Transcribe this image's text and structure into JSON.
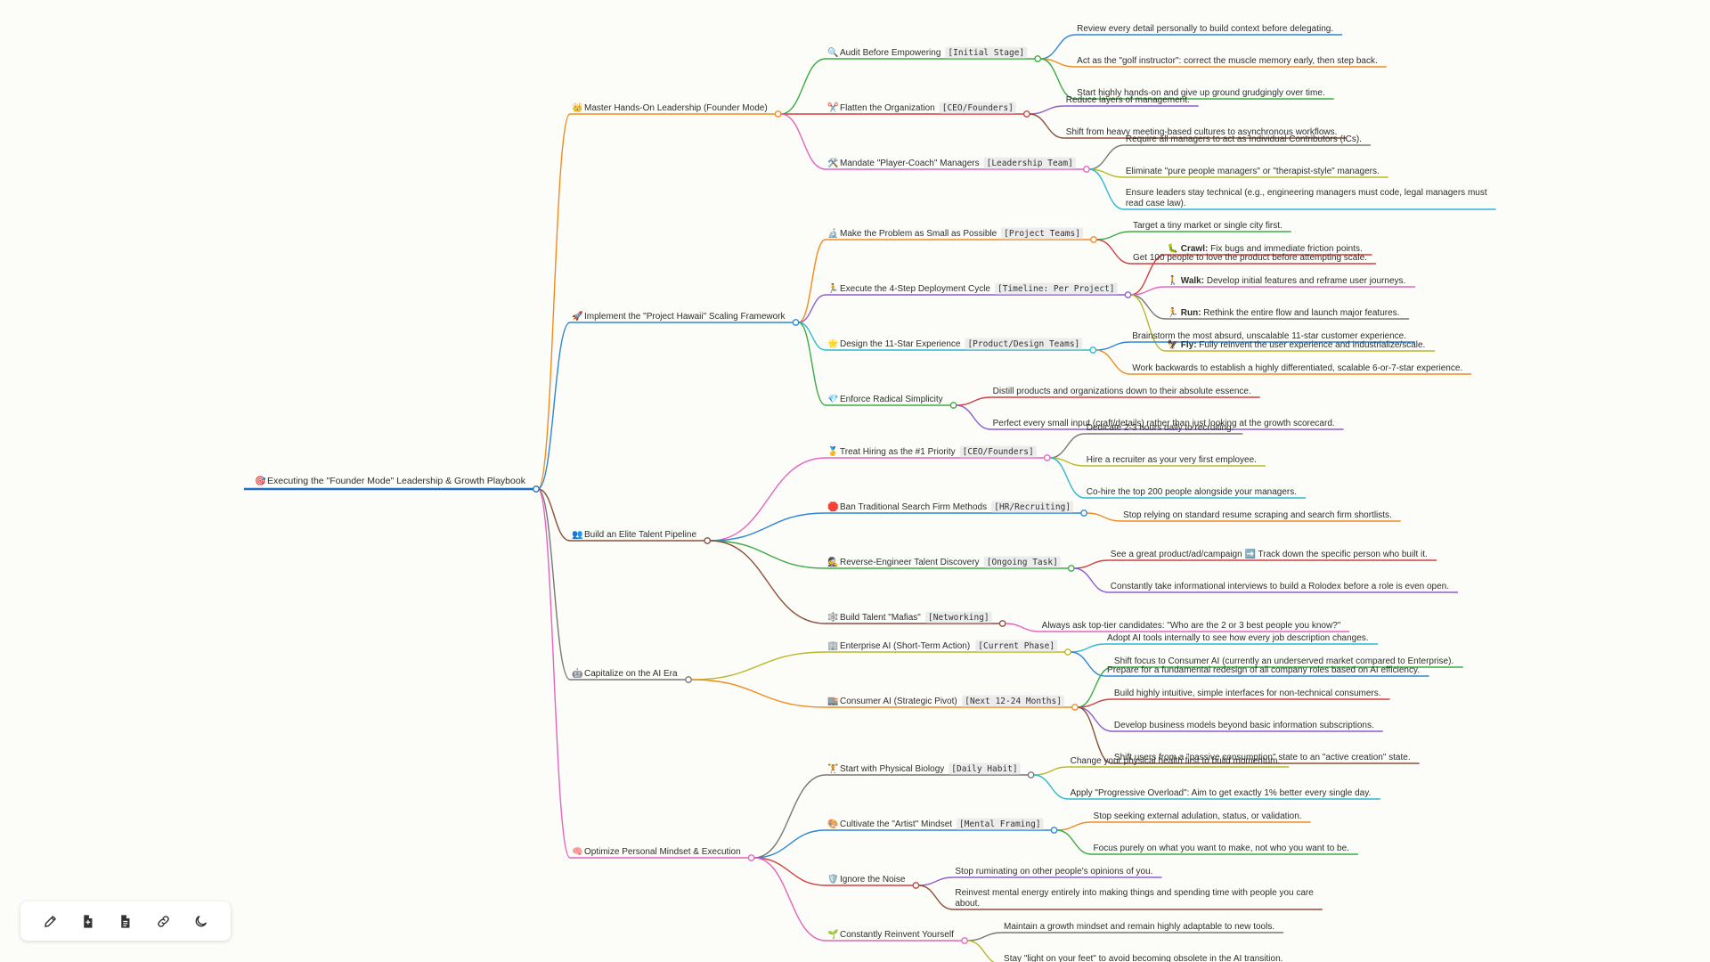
{
  "root": {
    "icon": "🎯",
    "label": "Executing the \"Founder Mode\" Leadership & Growth Playbook",
    "color": "#1f6fc5"
  },
  "branches": [
    {
      "icon": "👑",
      "label": "Master Hands-On Leadership (Founder Mode)",
      "color": "#f28b1f",
      "children": [
        {
          "icon": "🔍",
          "label": "Audit Before Empowering",
          "tag": "[Initial Stage]",
          "color": "#3cab46",
          "leaves": [
            {
              "text": "Review every detail personally to build context before delegating.",
              "color": "#2f86d6"
            },
            {
              "text": "Act as the \"golf instructor\": correct the muscle memory early, then step back.",
              "color": "#f28b1f"
            },
            {
              "text": "Start highly hands-on and give up ground grudgingly over time.",
              "color": "#3cab46"
            }
          ]
        },
        {
          "icon": "✂️",
          "label": "Flatten the Organization",
          "tag": "[CEO/Founders]",
          "color": "#d13f3f",
          "leaves": [
            {
              "text": "Reduce layers of management.",
              "color": "#8e5ccf"
            },
            {
              "text": "Shift from heavy meeting-based cultures to asynchronous workflows.",
              "color": "#8b4f3a"
            }
          ]
        },
        {
          "icon": "🛠️",
          "label": "Mandate \"Player-Coach\" Managers",
          "tag": "[Leadership Team]",
          "color": "#e465be",
          "leaves": [
            {
              "text": "Require all managers to act as Individual Contributors (ICs).",
              "color": "#777777"
            },
            {
              "text": "Eliminate \"pure people managers\" or \"therapist-style\" managers.",
              "color": "#b8b82a"
            },
            {
              "text": "Ensure leaders stay technical (e.g., engineering managers must code, legal managers must read case law).",
              "color": "#2fb8cf"
            }
          ]
        }
      ]
    },
    {
      "icon": "🚀",
      "label": "Implement the \"Project Hawaii\" Scaling Framework",
      "color": "#2f86d6",
      "children": [
        {
          "icon": "🔬",
          "label": "Make the Problem as Small as Possible",
          "tag": "[Project Teams]",
          "color": "#f28b1f",
          "leaves": [
            {
              "text": "Target a tiny market or single city first.",
              "color": "#3cab46"
            },
            {
              "text": "Get 100 people to love the product before attempting scale.",
              "color": "#d13f3f"
            }
          ]
        },
        {
          "icon": "🏃",
          "label": "Execute the 4-Step Deployment Cycle",
          "tag": "[Timeline: Per Project]",
          "color": "#8e5ccf",
          "leaves": [
            {
              "icon": "🐛",
              "bold": "Crawl:",
              "text": " Fix bugs and immediate friction points.",
              "color": "#d13f3f"
            },
            {
              "icon": "🚶",
              "bold": "Walk:",
              "text": " Develop initial features and reframe user journeys.",
              "color": "#e465be"
            },
            {
              "icon": "🏃",
              "bold": "Run:",
              "text": " Rethink the entire flow and launch major features.",
              "color": "#777777"
            },
            {
              "icon": "🦅",
              "bold": "Fly:",
              "text": " Fully reinvent the user experience and industrialize/scale.",
              "color": "#b8b82a"
            }
          ]
        },
        {
          "icon": "🌟",
          "label": "Design the 11-Star Experience",
          "tag": "[Product/Design Teams]",
          "color": "#2fb8cf",
          "leaves": [
            {
              "text": "Brainstorm the most absurd, unscalable 11-star customer experience.",
              "color": "#2f86d6"
            },
            {
              "text": "Work backwards to establish a highly differentiated, scalable 6-or-7-star experience.",
              "color": "#f28b1f"
            }
          ]
        },
        {
          "icon": "💎",
          "label": "Enforce Radical Simplicity",
          "tag": "",
          "color": "#3cab46",
          "leaves": [
            {
              "text": "Distill products and organizations down to their absolute essence.",
              "color": "#d13f3f"
            },
            {
              "text": "Perfect every small input (craft/details) rather than just looking at the growth scorecard.",
              "color": "#8e5ccf"
            }
          ]
        }
      ]
    },
    {
      "icon": "👥",
      "label": "Build an Elite Talent Pipeline",
      "color": "#8b4f3a",
      "children": [
        {
          "icon": "🥇",
          "label": "Treat Hiring as the #1 Priority",
          "tag": "[CEO/Founders]",
          "color": "#e465be",
          "leaves": [
            {
              "text": "Dedicate 2-3 hours daily to recruiting.",
              "color": "#777777"
            },
            {
              "text": "Hire a recruiter as your very first employee.",
              "color": "#b8b82a"
            },
            {
              "text": "Co-hire the top 200 people alongside your managers.",
              "color": "#2fb8cf"
            }
          ]
        },
        {
          "icon": "🛑",
          "label": "Ban Traditional Search Firm Methods",
          "tag": "[HR/Recruiting]",
          "color": "#2f86d6",
          "leaves": [
            {
              "text": "Stop relying on standard resume scraping and search firm shortlists.",
              "color": "#f28b1f"
            }
          ]
        },
        {
          "icon": "🕵️",
          "label": "Reverse-Engineer Talent Discovery",
          "tag": "[Ongoing Task]",
          "color": "#3cab46",
          "leaves": [
            {
              "text": "See a great product/ad/campaign ➡️ Track down the specific person who built it.",
              "color": "#d13f3f"
            },
            {
              "text": "Constantly take informational interviews to build a Rolodex before a role is even open.",
              "color": "#8e5ccf"
            }
          ]
        },
        {
          "icon": "🕸️",
          "label": "Build Talent \"Mafias\"",
          "tag": "[Networking]",
          "color": "#8b4f3a",
          "leaves": [
            {
              "text": "Always ask top-tier candidates: \"Who are the 2 or 3 best people you know?\"",
              "color": "#e465be"
            }
          ]
        }
      ]
    },
    {
      "icon": "🤖",
      "label": "Capitalize on the AI Era",
      "color": "#777777",
      "children": [
        {
          "icon": "🏢",
          "label": "Enterprise AI (Short-Term Action)",
          "tag": "[Current Phase]",
          "color": "#b8b82a",
          "leaves": [
            {
              "text": "Adopt AI tools internally to see how every job description changes.",
              "color": "#2fb8cf"
            },
            {
              "text": "Prepare for a fundamental redesign of all company roles based on AI efficiency.",
              "color": "#2f86d6"
            }
          ]
        },
        {
          "icon": "🏬",
          "label": "Consumer AI (Strategic Pivot)",
          "tag": "[Next 12-24 Months]",
          "color": "#f28b1f",
          "leaves": [
            {
              "text": "Shift focus to Consumer AI (currently an underserved market compared to Enterprise).",
              "color": "#3cab46"
            },
            {
              "text": "Build highly intuitive, simple interfaces for non-technical consumers.",
              "color": "#d13f3f"
            },
            {
              "text": "Develop business models beyond basic information subscriptions.",
              "color": "#8e5ccf"
            },
            {
              "text": "Shift users from a \"passive consumption\" state to an \"active creation\" state.",
              "color": "#8b4f3a"
            }
          ]
        }
      ]
    },
    {
      "icon": "🧠",
      "label": "Optimize Personal Mindset & Execution",
      "color": "#e465be",
      "children": [
        {
          "icon": "🏋️",
          "label": "Start with Physical Biology",
          "tag": "[Daily Habit]",
          "color": "#777777",
          "leaves": [
            {
              "text": "Change your physical health first to build momentum.",
              "color": "#b8b82a"
            },
            {
              "text": "Apply \"Progressive Overload\": Aim to get exactly 1% better every single day.",
              "color": "#2fb8cf"
            }
          ]
        },
        {
          "icon": "🎨",
          "label": "Cultivate the \"Artist\" Mindset",
          "tag": "[Mental Framing]",
          "color": "#2f86d6",
          "leaves": [
            {
              "text": "Stop seeking external adulation, status, or validation.",
              "color": "#f28b1f"
            },
            {
              "text": "Focus purely on what you want to make, not who you want to be.",
              "color": "#3cab46"
            }
          ]
        },
        {
          "icon": "🛡️",
          "label": "Ignore the Noise",
          "tag": "",
          "color": "#d13f3f",
          "leaves": [
            {
              "text": "Stop ruminating on other people's opinions of you.",
              "color": "#8e5ccf"
            },
            {
              "text": "Reinvest mental energy entirely into making things and spending time with people you care about.",
              "color": "#8b4f3a"
            }
          ]
        },
        {
          "icon": "🌱",
          "label": "Constantly Reinvent Yourself",
          "tag": "",
          "color": "#e465be",
          "leaves": [
            {
              "text": "Maintain a growth mindset and remain highly adaptable to new tools.",
              "color": "#777777"
            },
            {
              "text": "Stay \"light on your feet\" to avoid becoming obsolete in the AI transition.",
              "color": "#b8b82a"
            }
          ]
        }
      ]
    }
  ],
  "toolbar": [
    {
      "name": "edit-button",
      "icon": "pencil-icon"
    },
    {
      "name": "export-svg-button",
      "icon": "file-image-icon"
    },
    {
      "name": "export-markdown-button",
      "icon": "file-text-icon"
    },
    {
      "name": "share-link-button",
      "icon": "link-icon"
    },
    {
      "name": "dark-mode-button",
      "icon": "moon-icon"
    }
  ]
}
